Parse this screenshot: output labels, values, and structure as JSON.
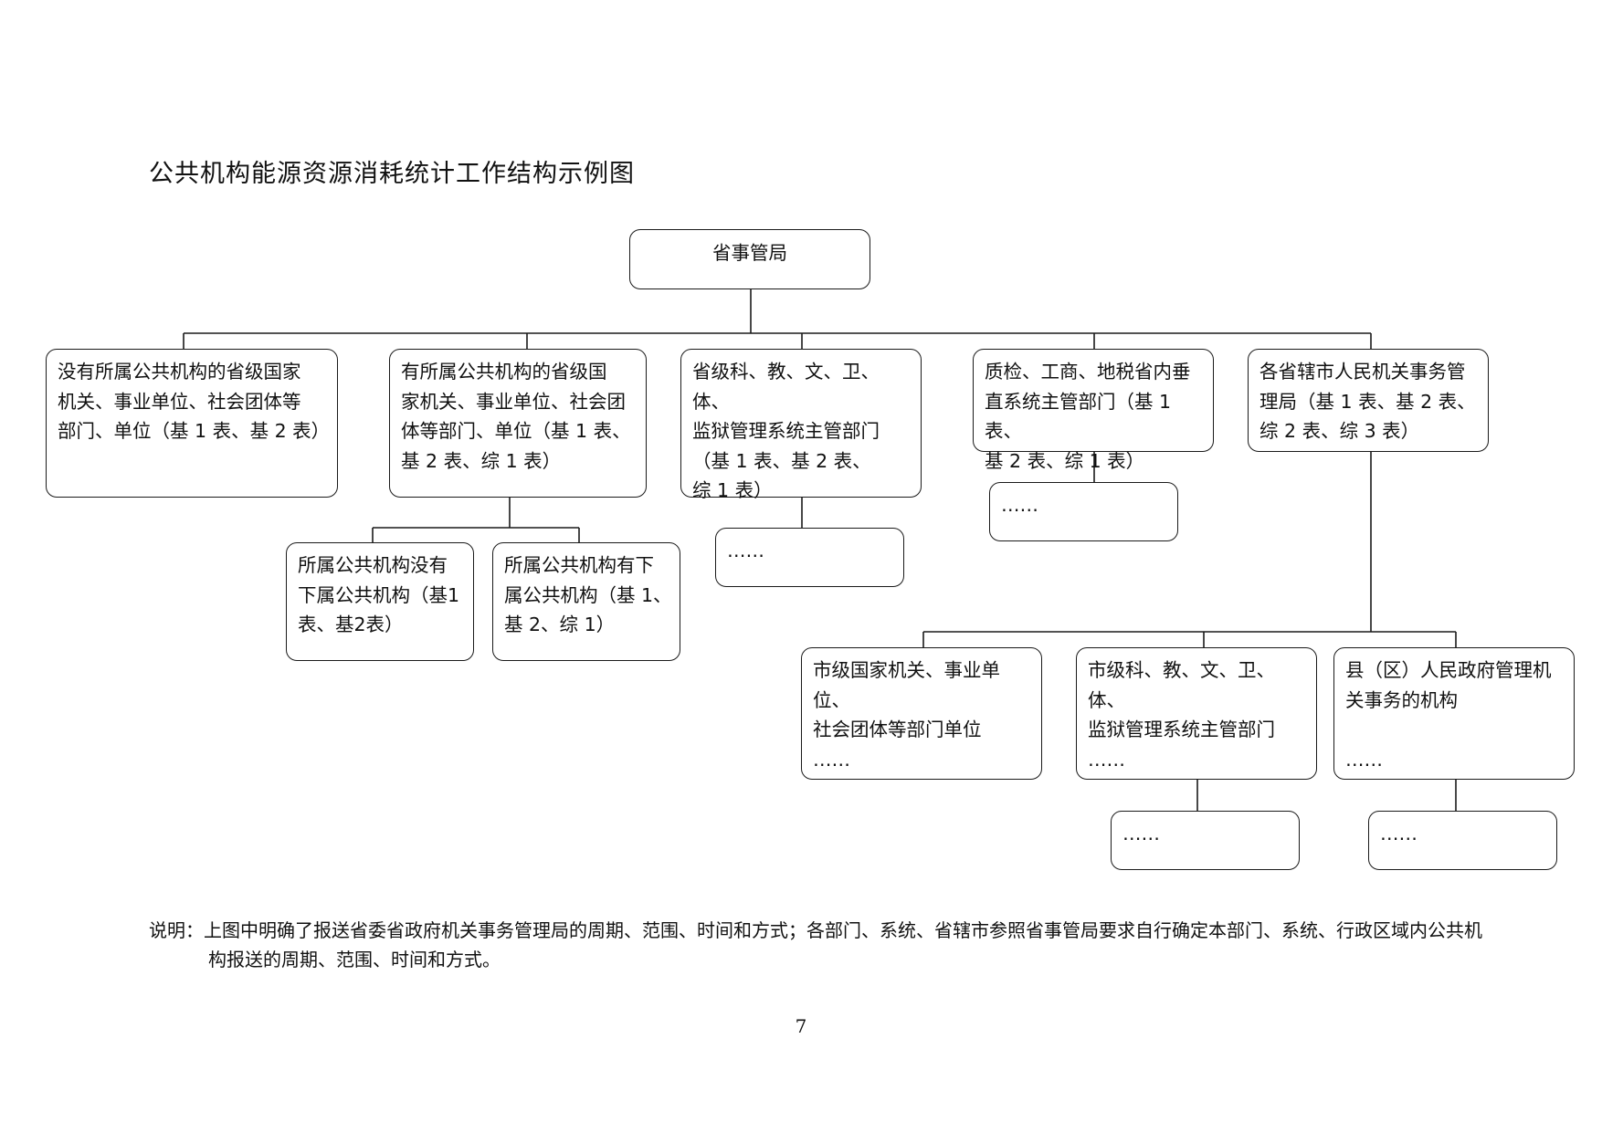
{
  "title": "公共机构能源资源消耗统计工作结构示例图",
  "nodes": {
    "root": "省事管局",
    "n1": "没有所属公共机构的省级国家\n机关、事业单位、社会团体等\n部门、单位（基 1 表、基 2 表）",
    "n2": "有所属公共机构的省级国\n家机关、事业单位、社会团\n体等部门、单位（基 1 表、\n基 2 表、综 1 表）",
    "n3": "省级科、教、文、卫、体、\n监狱管理系统主管部门\n（基 1 表、基 2 表、\n综 1 表）",
    "n4": "质检、工商、地税省内垂\n直系统主管部门（基 1 表、\n基 2 表、综 1 表）",
    "n5": "各省辖市人民机关事务管\n理局（基 1 表、基 2 表、\n综 2 表、综 3 表）",
    "n2a": "所属公共机构没有\n下属公共机构（基1\n表、基2表）",
    "n2b": "所属公共机构有下\n属公共机构（基 1、\n基 2、综 1）",
    "n3a": "……",
    "n4a": "……",
    "n5a": "市级国家机关、事业单位、\n社会团体等部门单位\n……",
    "n5b": "市级科、教、文、卫、体、\n监狱管理系统主管部门\n……",
    "n5c": "县（区）人民政府管理机\n关事务的机构\n\n……",
    "n5b1": "……",
    "n5c1": "……"
  },
  "note": "说明：上图中明确了报送省委省政府机关事务管理局的周期、范围、时间和方式；各部门、系统、省辖市参照省事管局要求自行确定本部门、系统、行政区域内公共机构报送的周期、范围、时间和方式。",
  "page_number": "7"
}
